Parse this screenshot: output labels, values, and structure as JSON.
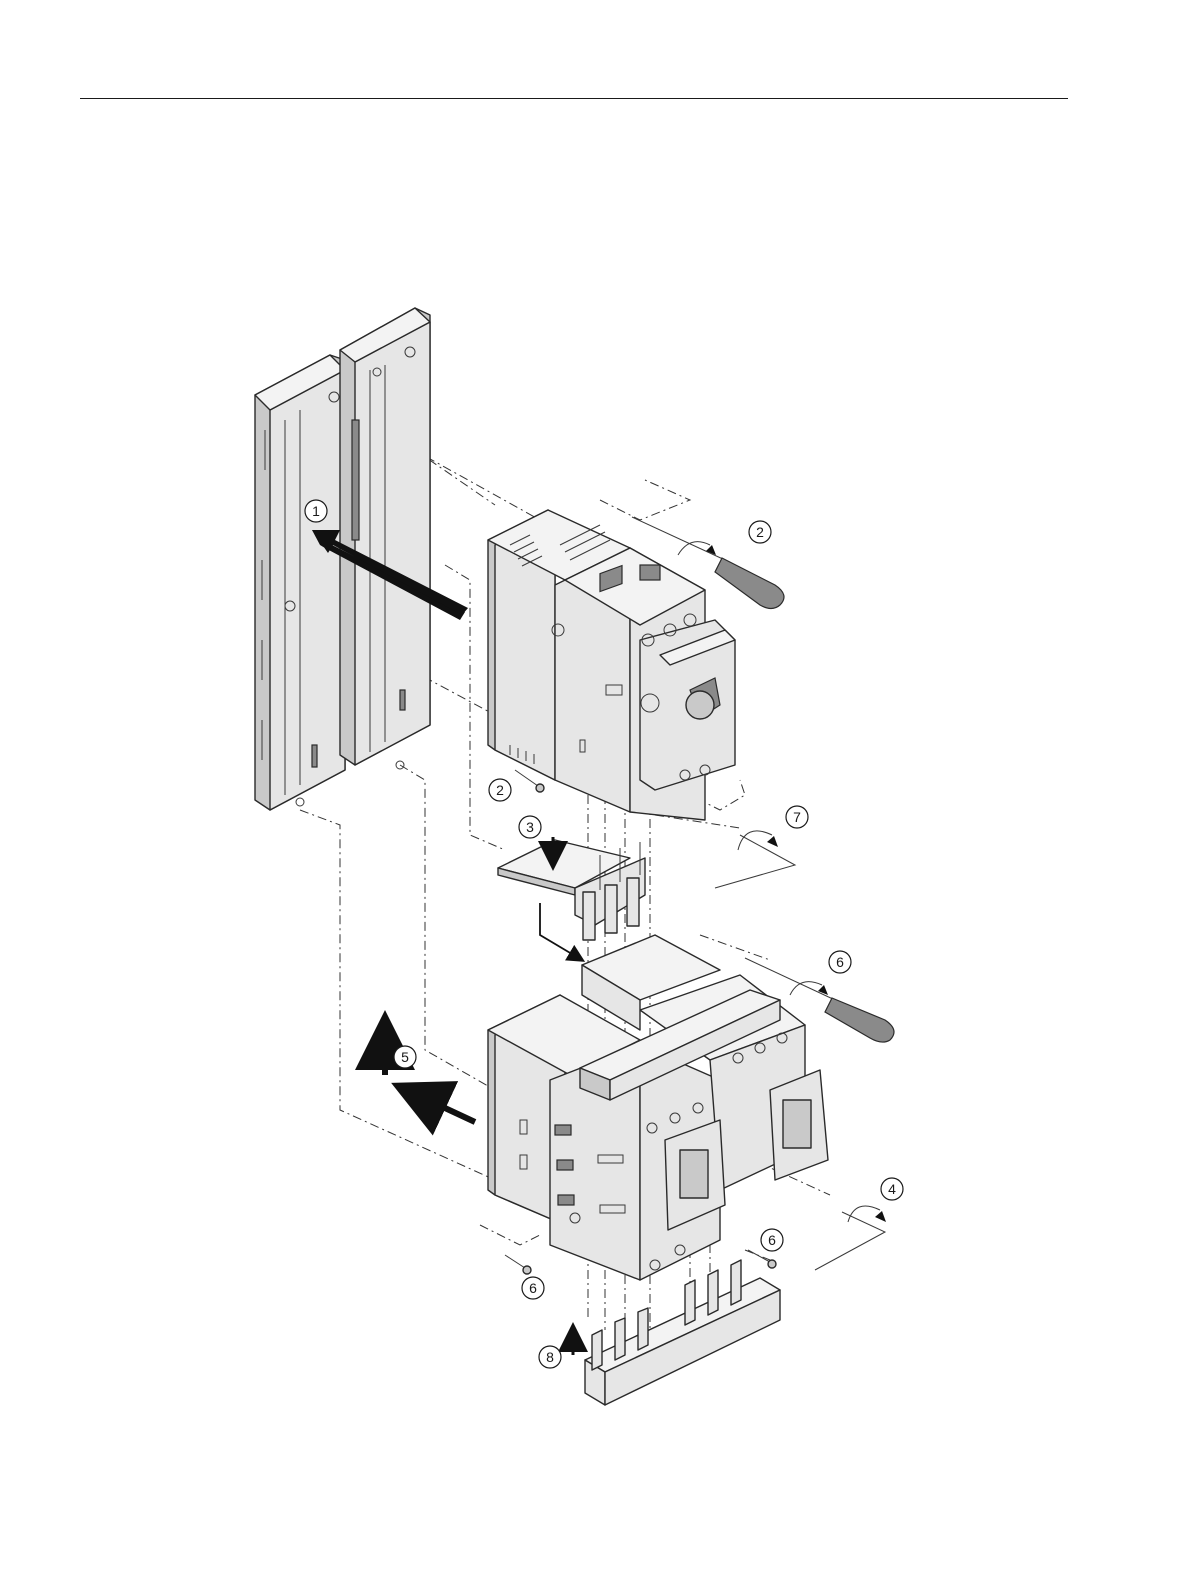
{
  "callouts": {
    "c1": "1",
    "c2a": "2",
    "c2b": "2",
    "c3": "3",
    "c4": "4",
    "c5": "5",
    "c6a": "6",
    "c6b": "6",
    "c6c": "6",
    "c7": "7",
    "c8": "8"
  }
}
